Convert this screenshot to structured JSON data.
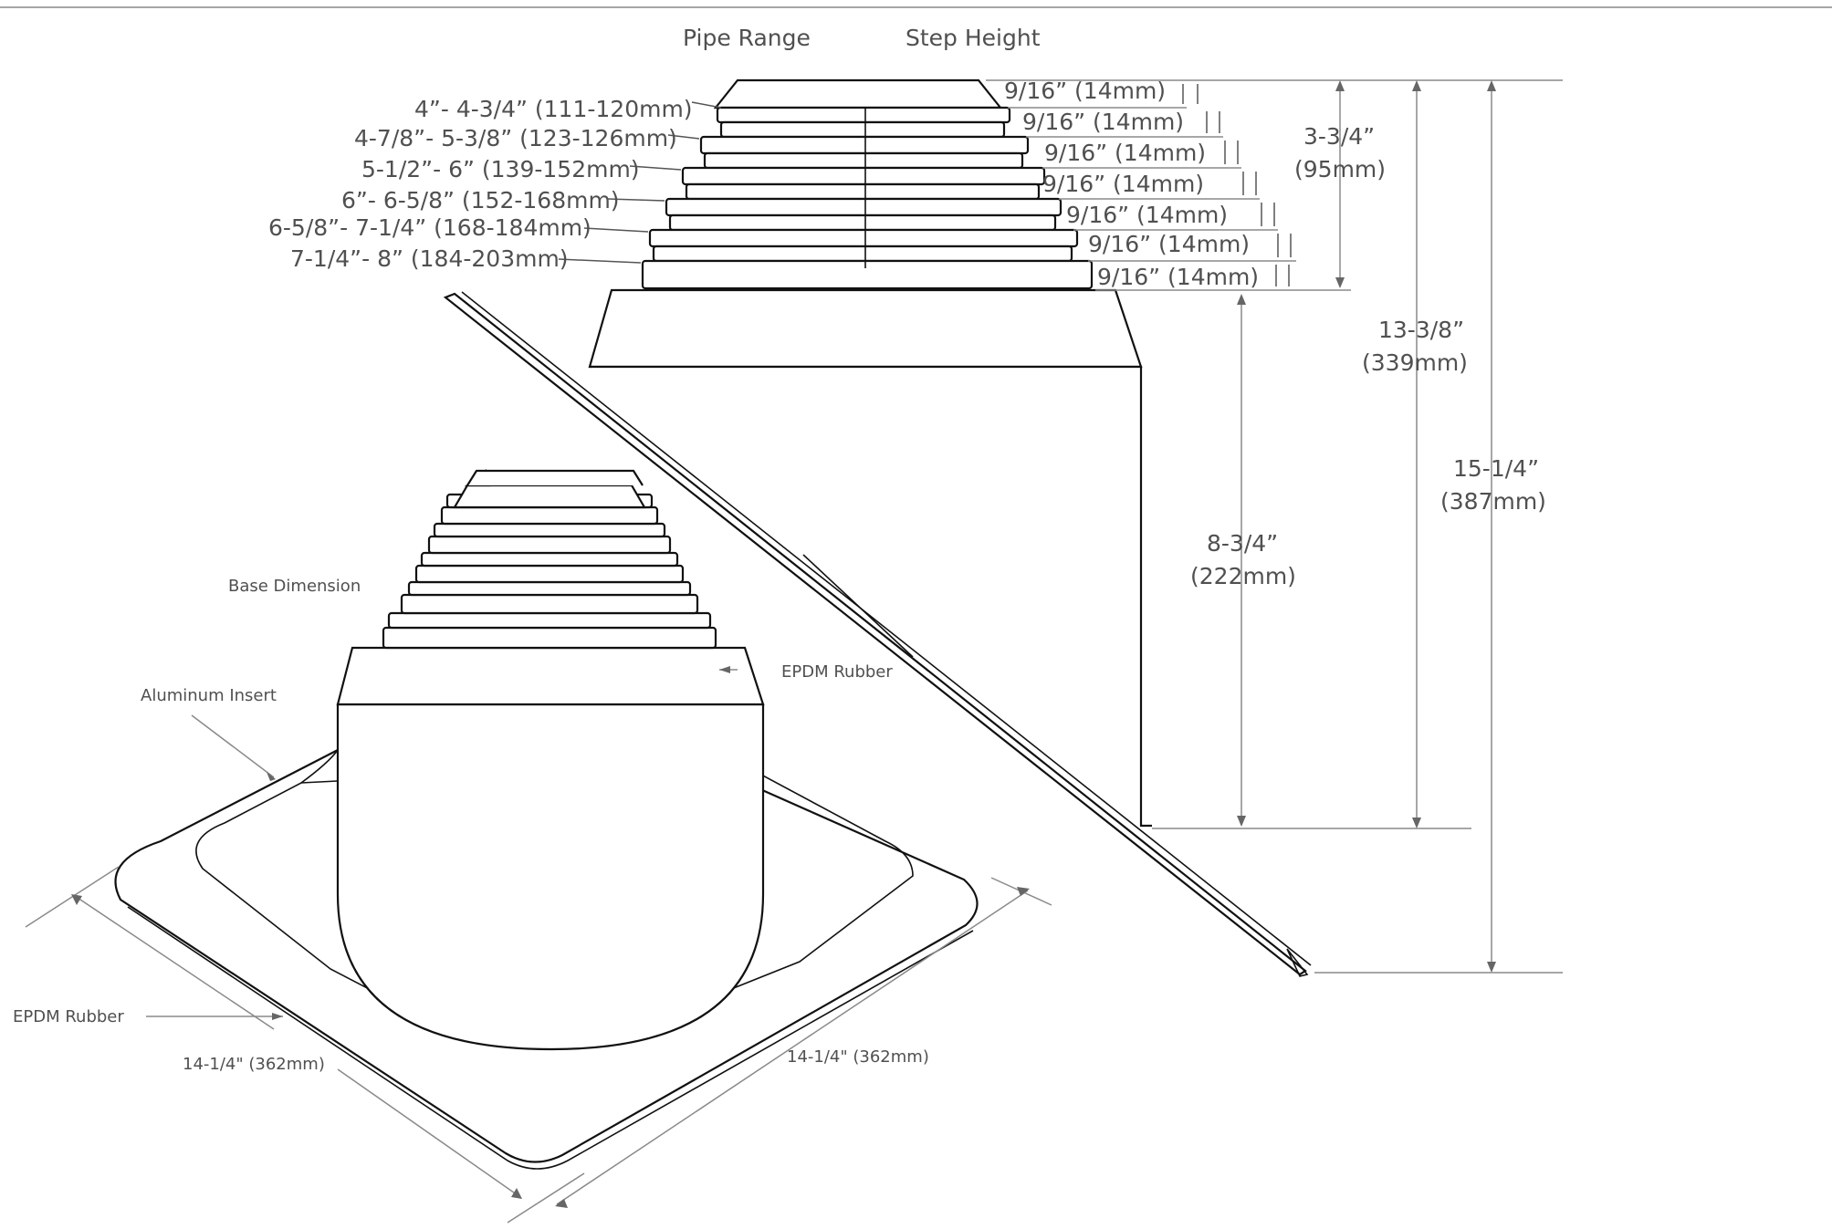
{
  "headers": {
    "pipe_range": "Pipe Range",
    "step_height": "Step Height"
  },
  "pipe_ranges": [
    "4”- 4-3/4” (111-120mm)",
    "4-7/8”- 5-3/8” (123-126mm)",
    "5-1/2”- 6” (139-152mm)",
    "6”- 6-5/8” (152-168mm)",
    "6-5/8”- 7-1/4” (168-184mm)",
    "7-1/4”- 8” (184-203mm)"
  ],
  "step_heights": [
    "9/16” (14mm)",
    "9/16” (14mm)",
    "9/16” (14mm)",
    "9/16” (14mm)",
    "9/16” (14mm)",
    "9/16” (14mm)",
    "9/16” (14mm)"
  ],
  "dimensions": {
    "step_total": {
      "in": "3-3/4”",
      "mm": "(95mm)"
    },
    "body_height": {
      "in": "8-3/4”",
      "mm": "(222mm)"
    },
    "overall_height": {
      "in": "13-3/8”",
      "mm": "(339mm)"
    },
    "total_height": {
      "in": "15-1/4”",
      "mm": "(387mm)"
    },
    "base_left": "14-1/4\" (362mm)",
    "base_right": "14-1/4\" (362mm)"
  },
  "callouts": {
    "base_dimension": "Base Dimension",
    "epdm_rubber_top": "EPDM Rubber",
    "aluminum_insert": "Aluminum Insert",
    "epdm_rubber_bottom": "EPDM Rubber"
  }
}
